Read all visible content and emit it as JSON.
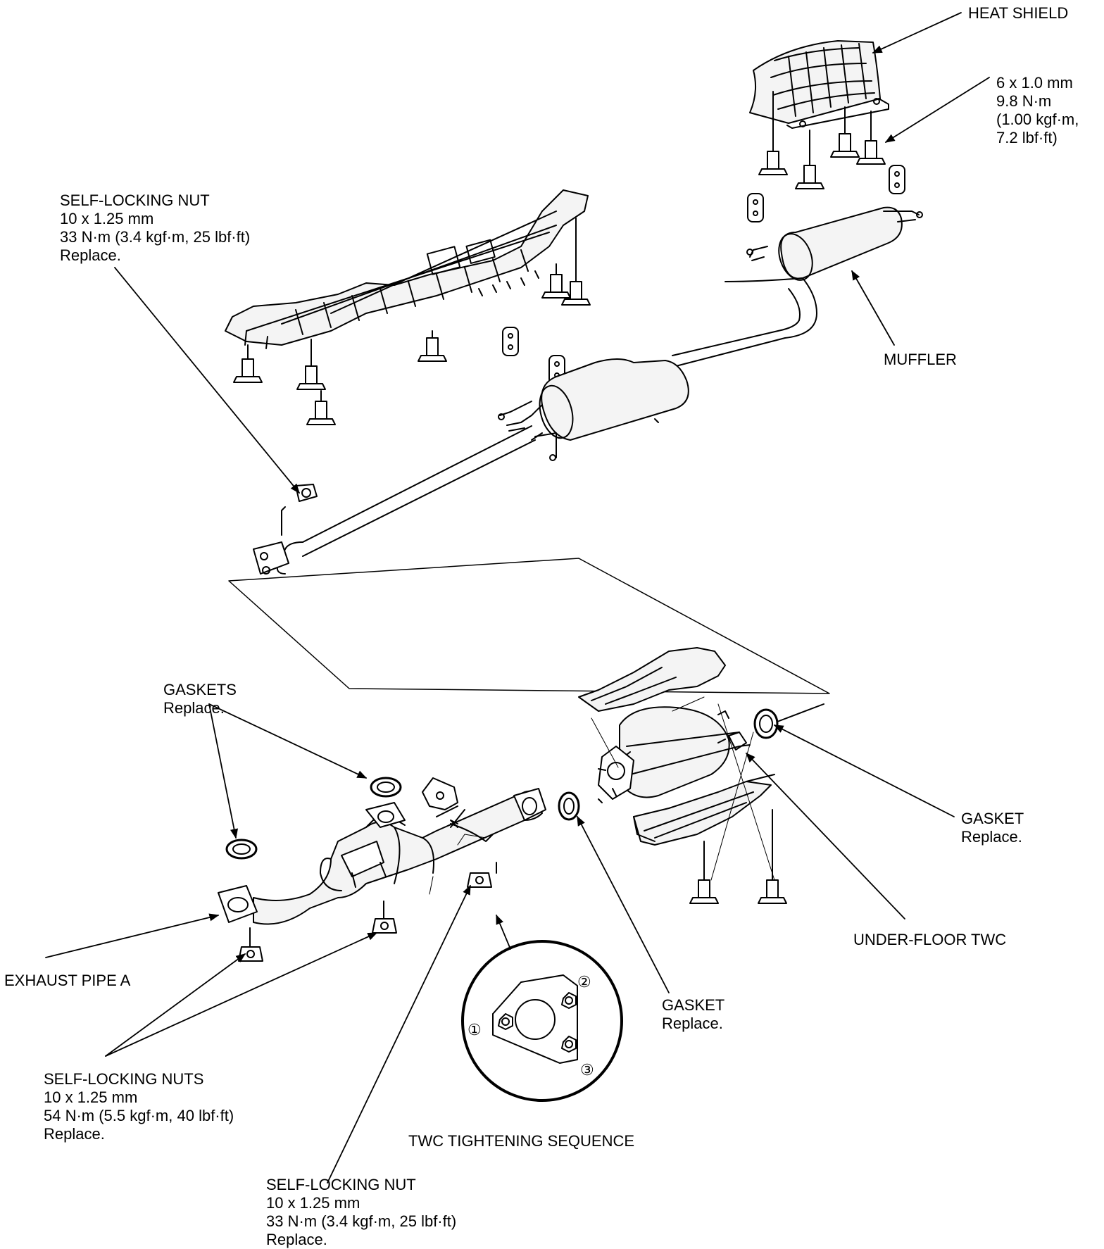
{
  "labels": {
    "heat_shield": {
      "lines": [
        "HEAT SHIELD"
      ]
    },
    "heat_shield_bolt": {
      "lines": [
        "6 x 1.0 mm",
        "9.8 N·m",
        "(1.00 kgf·m,",
        "7.2 lbf·ft)"
      ]
    },
    "self_locking_nut_top": {
      "lines": [
        "SELF-LOCKING NUT",
        "10 x 1.25 mm",
        "33 N·m (3.4 kgf·m, 25 lbf·ft)",
        "Replace."
      ]
    },
    "muffler": {
      "lines": [
        "MUFFLER"
      ]
    },
    "gaskets": {
      "lines": [
        "GASKETS",
        "Replace."
      ]
    },
    "gasket_right": {
      "lines": [
        "GASKET",
        "Replace."
      ]
    },
    "under_floor_twc": {
      "lines": [
        "UNDER-FLOOR TWC"
      ]
    },
    "exhaust_pipe_a": {
      "lines": [
        "EXHAUST PIPE A"
      ]
    },
    "gasket_center": {
      "lines": [
        "GASKET",
        "Replace."
      ]
    },
    "self_locking_nuts": {
      "lines": [
        "SELF-LOCKING NUTS",
        "10 x 1.25 mm",
        "54 N·m (5.5 kgf·m, 40 lbf·ft)",
        "Replace."
      ]
    },
    "twc_tightening_sequence": {
      "lines": [
        "TWC TIGHTENING SEQUENCE"
      ]
    },
    "self_locking_nut_bottom": {
      "lines": [
        "SELF-LOCKING NUT",
        "10 x 1.25 mm",
        "33 N·m (3.4 kgf·m, 25 lbf·ft)",
        "Replace."
      ]
    }
  },
  "sequence": {
    "n1": "①",
    "n2": "②",
    "n3": "③"
  }
}
